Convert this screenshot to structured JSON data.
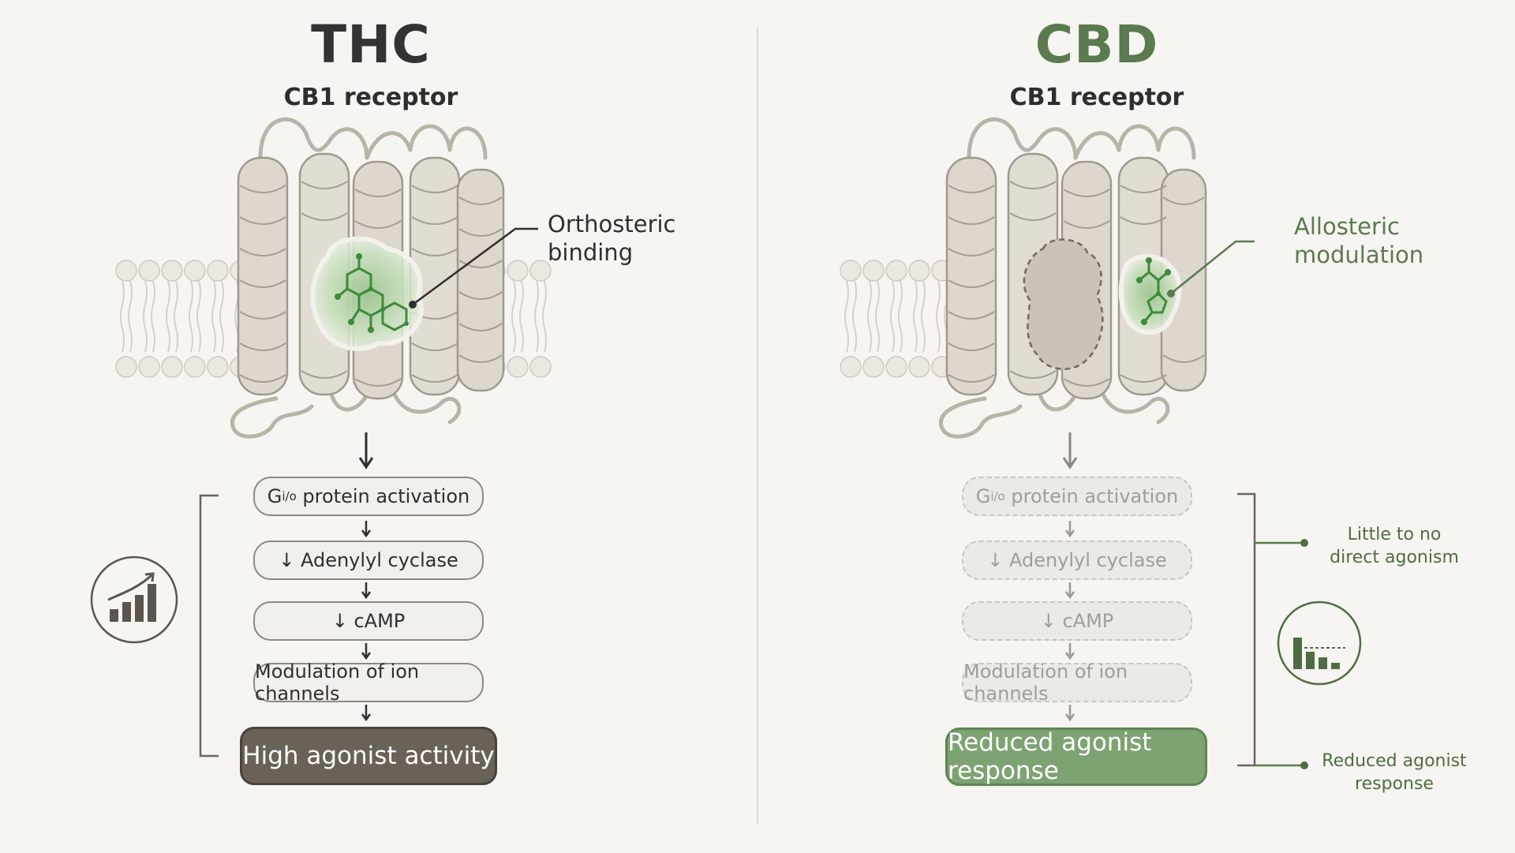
{
  "thc": {
    "title": "THC",
    "receptor": "CB1 receptor",
    "callout_line1": "Orthosteric",
    "callout_line2": "binding",
    "steps": {
      "g_protein": "G",
      "g_sub": "i/o",
      "g_rest": " protein activation",
      "adenylyl": "↓ Adenylyl cyclase",
      "camp": "↓ cAMP",
      "ion": "Modulation of ion channels"
    },
    "result": "High agonist activity"
  },
  "cbd": {
    "title": "CBD",
    "receptor": "CB1 receptor",
    "callout_line1": "Allosteric",
    "callout_line2": "modulation",
    "steps": {
      "g_protein": "G",
      "g_sub": "i/o",
      "g_rest": " protein activation",
      "adenylyl": "↓ Adenylyl cyclase",
      "camp": "↓ cAMP",
      "ion": "Modulation of ion channels"
    },
    "result": "Reduced agonist response",
    "note1_line1": "Little to no",
    "note1_line2": "direct agonism",
    "note2_line1": "Reduced agonist",
    "note2_line2": "response"
  },
  "colors": {
    "thc_title": "#333331",
    "cbd_accent": "#5a7a4f",
    "ligand_green": "#3f8a3c",
    "helix": "#dcd6cc",
    "membrane": "#e9e5de"
  },
  "icons": {
    "thc_badge": "rising-bar-chart-icon",
    "cbd_badge": "low-bar-chart-icon"
  }
}
